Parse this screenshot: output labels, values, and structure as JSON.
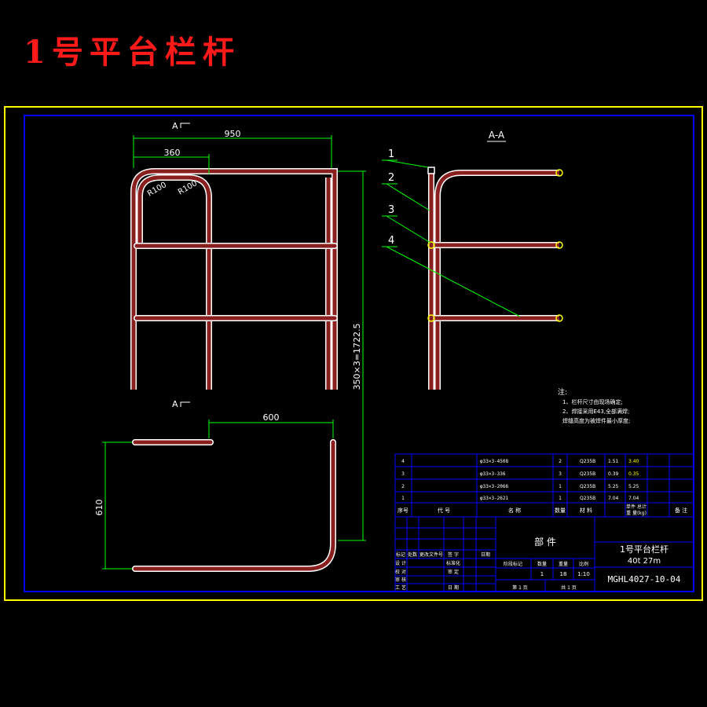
{
  "page": {
    "title": "1号平台栏杆"
  },
  "colors": {
    "background": "#000000",
    "outer_frame": "#ffff00",
    "inner_frame": "#0000ff",
    "pipe": "#ffffff",
    "pipe_fill": "#8a1f1f",
    "dimension": "#00ff00",
    "text": "#ffffff",
    "table_line": "#0000ff",
    "title": "#ff1a1a",
    "weld_mark": "#ffff00"
  },
  "front_view": {
    "section_mark_top": "A",
    "section_mark_bottom": "A",
    "dim_total_width": "950",
    "dim_half_width": "360",
    "radius_left": "R100",
    "radius_right": "R100",
    "dim_height": "350×3=1722.5"
  },
  "plan_view": {
    "dim_width": "600",
    "dim_depth": "610"
  },
  "section_view": {
    "label": "A-A",
    "callouts": [
      "1",
      "2",
      "3",
      "4"
    ]
  },
  "notes": {
    "heading": "注:",
    "lines": [
      "1、栏杆尺寸由现场确定;",
      "2、焊接采用E43,全部满焊;",
      "   焊缝高度为被焊件最小厚度;"
    ]
  },
  "bom": {
    "rows": [
      {
        "no": "4",
        "code": "",
        "name": "φ33×3-4508",
        "qty": "2",
        "material": "Q235B",
        "unit_weight": "1.51",
        "total_weight": "3.40"
      },
      {
        "no": "3",
        "code": "",
        "name": "φ33×3-336",
        "qty": "3",
        "material": "Q235B",
        "unit_weight": "0.39",
        "total_weight": "0.35"
      },
      {
        "no": "2",
        "code": "",
        "name": "φ33×3-2066",
        "qty": "1",
        "material": "Q235B",
        "unit_weight": "5.25",
        "total_weight": "5.25"
      },
      {
        "no": "1",
        "code": "",
        "name": "φ33×3-2621",
        "qty": "1",
        "material": "Q235B",
        "unit_weight": "7.04",
        "total_weight": "7.04"
      }
    ],
    "header": {
      "no": "序号",
      "code": "代    号",
      "name": "名        称",
      "qty": "数量",
      "material": "材    料",
      "weight_top": "单件 总计",
      "weight_bottom": "重 量(kg)",
      "remark": "备 注"
    }
  },
  "title_block": {
    "part_label": "部    件",
    "drawing_title_1": "1号平台栏杆",
    "drawing_title_2": "40t 27m",
    "drawing_number": "MGHL4027-10-04",
    "rev_labels": [
      "标记",
      "处数",
      "更改文件号",
      "签  字",
      "日期"
    ],
    "role_labels": [
      "设  计",
      "校  对",
      "审  核",
      "工  艺"
    ],
    "std_label": "标准化",
    "approve_label": "审  定",
    "date_label": "日  期",
    "stage_label": "阶段标记",
    "weight_label": "重量",
    "qty_label": "数量",
    "scale_label": "比例",
    "weight_value": "1",
    "qty_value": "18",
    "scale_value": "1:10",
    "sheet_label": "第 1 页",
    "total_label": "共 1 页"
  }
}
